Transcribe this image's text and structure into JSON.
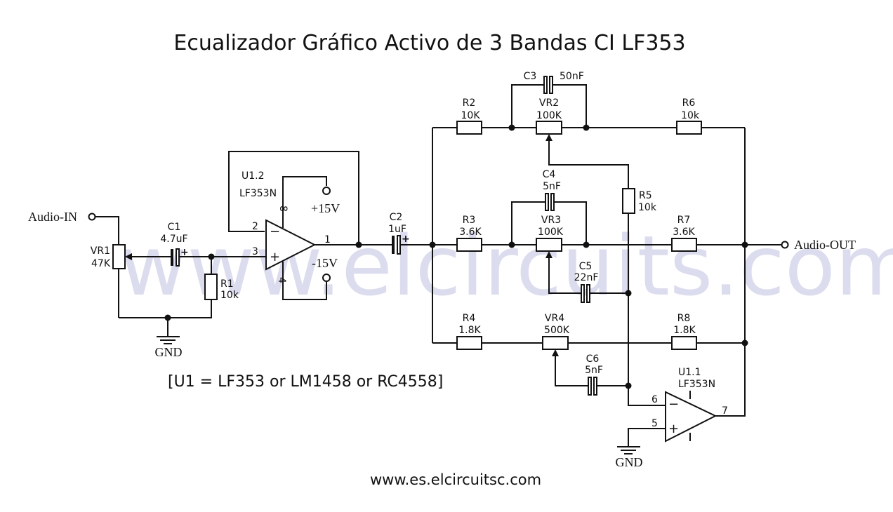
{
  "title": "Ecualizador Gráfico Activo de 3 Bandas CI LF353",
  "watermark": "www.elcircuits.com",
  "note": "[U1 = LF353 or LM1458 or RC4558]",
  "footer_url": "www.es.elcircuitsc.com",
  "colors": {
    "ink": "#111111",
    "background": "#ffffff",
    "watermark": "#dcdcef"
  },
  "terminals": {
    "input": "Audio-IN",
    "output": "Audio-OUT",
    "gnd_left": "GND",
    "gnd_right": "GND",
    "vplus": "+15V",
    "vminus": "-15V"
  },
  "opamps": {
    "u12": {
      "ref": "U1.2",
      "part": "LF353N",
      "pin_inv": "2",
      "pin_noninv": "3",
      "pin_out": "1",
      "pin_vplus": "8",
      "pin_vminus": "4",
      "minus": "−",
      "plus": "+"
    },
    "u11": {
      "ref": "U1.1",
      "part": "LF353N",
      "pin_inv": "6",
      "pin_noninv": "5",
      "pin_out": "7",
      "minus": "−",
      "plus": "+"
    }
  },
  "components": {
    "VR1": {
      "ref": "VR1",
      "value": "47K"
    },
    "C1": {
      "ref": "C1",
      "value": "4.7uF",
      "polarity": "+"
    },
    "R1": {
      "ref": "R1",
      "value": "10k"
    },
    "C2": {
      "ref": "C2",
      "value": "1uF",
      "polarity": "+"
    },
    "R2": {
      "ref": "R2",
      "value": "10K"
    },
    "VR2": {
      "ref": "VR2",
      "value": "100K"
    },
    "C3": {
      "ref": "C3",
      "value": "50nF"
    },
    "R6": {
      "ref": "R6",
      "value": "10k"
    },
    "R5": {
      "ref": "R5",
      "value": "10k"
    },
    "C4": {
      "ref": "C4",
      "value": "5nF"
    },
    "R3": {
      "ref": "R3",
      "value": "3.6K"
    },
    "VR3": {
      "ref": "VR3",
      "value": "100K"
    },
    "R7": {
      "ref": "R7",
      "value": "3.6K"
    },
    "C5": {
      "ref": "C5",
      "value": "22nF"
    },
    "R4": {
      "ref": "R4",
      "value": "1.8K"
    },
    "VR4": {
      "ref": "VR4",
      "value": "500K"
    },
    "R8": {
      "ref": "R8",
      "value": "1.8K"
    },
    "C6": {
      "ref": "C6",
      "value": "5nF"
    }
  }
}
